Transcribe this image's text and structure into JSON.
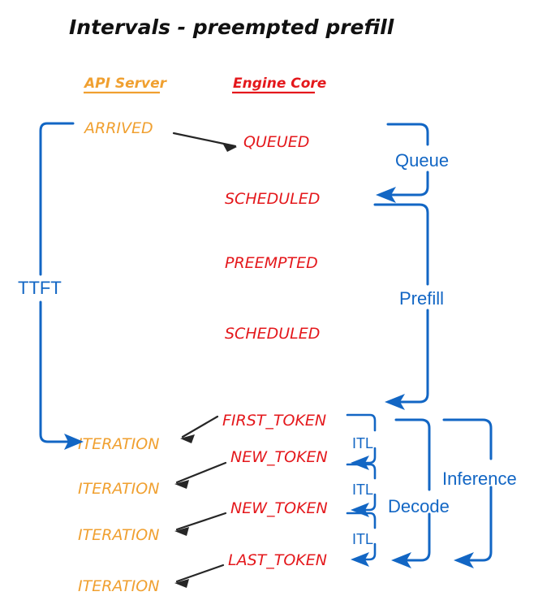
{
  "diagram": {
    "title": "Intervals - preempted prefill",
    "colors": {
      "api_server": "#F0A030",
      "engine_core": "#E4181C",
      "annotation": "#1266C4",
      "arrow": "#262626",
      "background": "#FFFFFF"
    },
    "columns": [
      {
        "label": "API Server",
        "color": "#F0A030"
      },
      {
        "label": "Engine Core",
        "color": "#E4181C"
      }
    ],
    "api_server_states": [
      {
        "label": "ARRIVED"
      },
      {
        "label": "ITERATION"
      },
      {
        "label": "ITERATION"
      },
      {
        "label": "ITERATION"
      },
      {
        "label": "ITERATION"
      }
    ],
    "engine_core_states": [
      {
        "label": "QUEUED"
      },
      {
        "label": "SCHEDULED"
      },
      {
        "label": "PREEMPTED"
      },
      {
        "label": "SCHEDULED"
      },
      {
        "label": "FIRST_TOKEN"
      },
      {
        "label": "NEW_TOKEN"
      },
      {
        "label": "NEW_TOKEN"
      },
      {
        "label": "LAST_TOKEN"
      }
    ],
    "intervals": [
      {
        "label": "TTFT",
        "side": "left"
      },
      {
        "label": "Queue",
        "side": "right"
      },
      {
        "label": "Prefill",
        "side": "right"
      },
      {
        "label": "ITL",
        "side": "right"
      },
      {
        "label": "ITL",
        "side": "right"
      },
      {
        "label": "ITL",
        "side": "right"
      },
      {
        "label": "Decode",
        "side": "right"
      },
      {
        "label": "Inference",
        "side": "right"
      }
    ]
  }
}
